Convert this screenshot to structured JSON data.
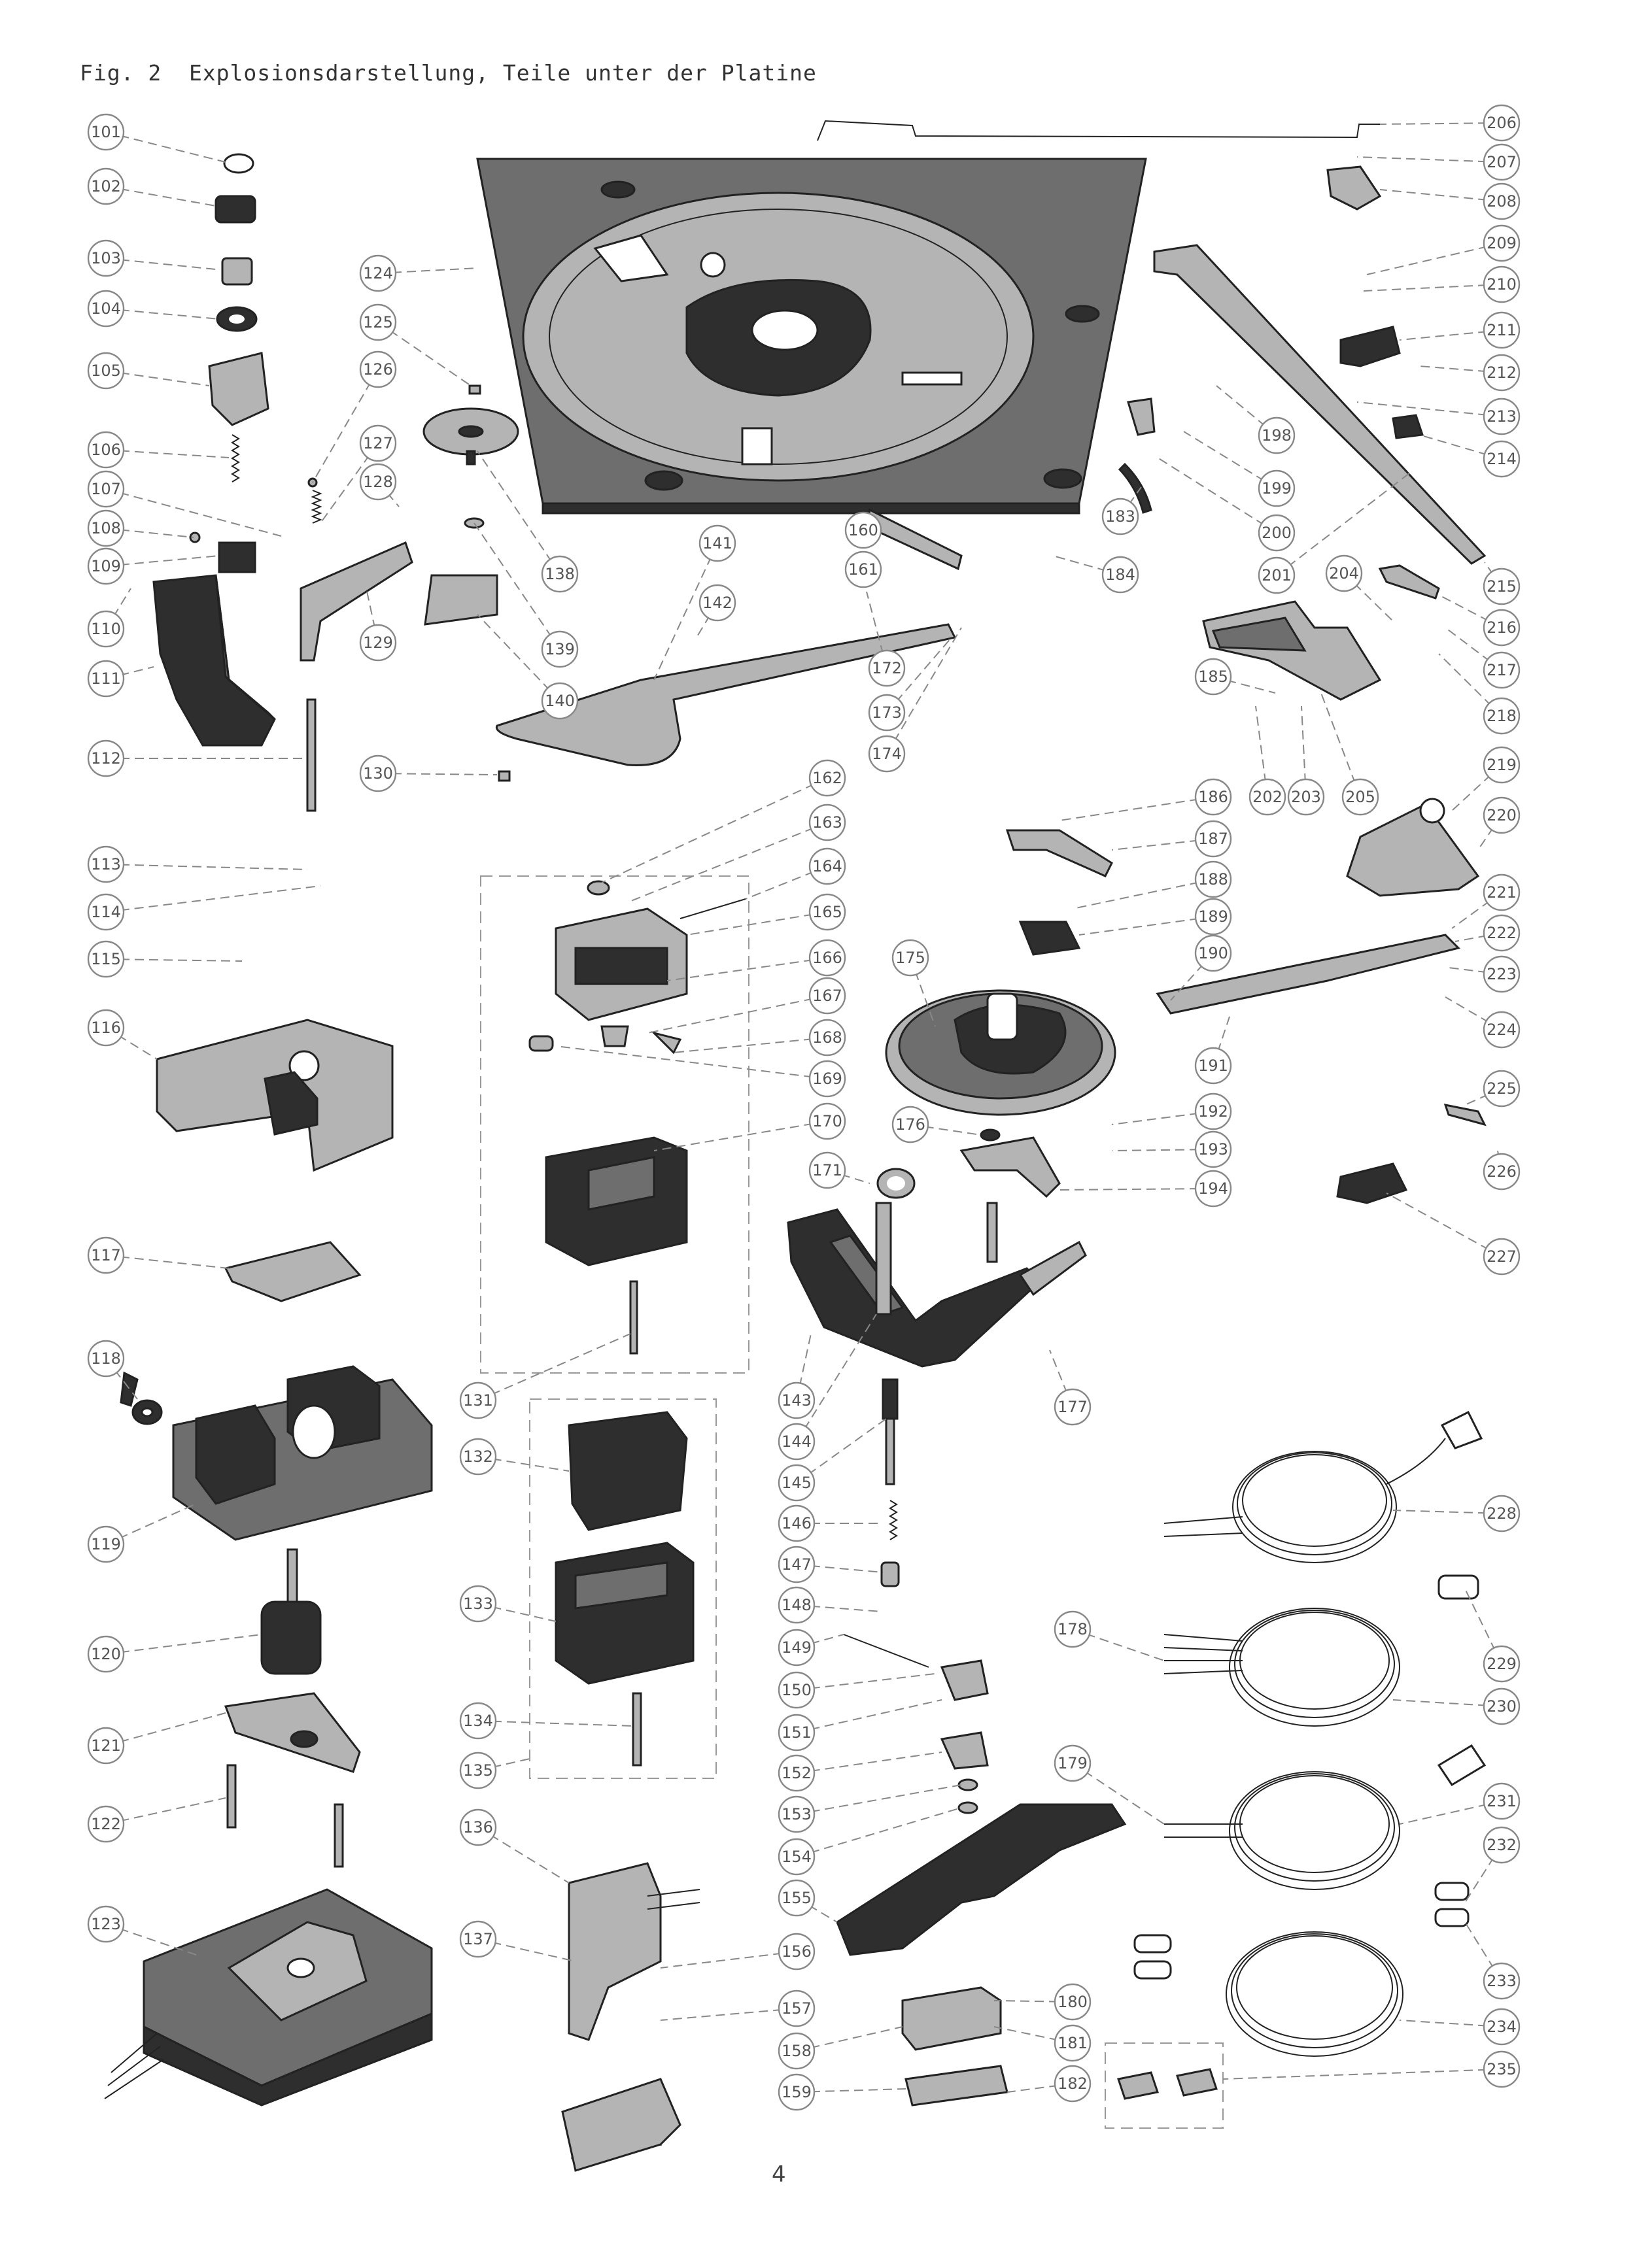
{
  "figure": {
    "title": "Fig. 2  Explosionsdarstellung, Teile unter der Platine",
    "page_number": "4"
  },
  "colors": {
    "part_dark": "#2e2e2e",
    "part_mid": "#6e6e6e",
    "part_light": "#b4b4b4",
    "callout_stroke": "#888888"
  },
  "callouts": [
    "101",
    "102",
    "103",
    "104",
    "105",
    "106",
    "107",
    "108",
    "109",
    "110",
    "111",
    "112",
    "113",
    "114",
    "115",
    "116",
    "117",
    "118",
    "119",
    "120",
    "121",
    "122",
    "123",
    "124",
    "125",
    "126",
    "127",
    "128",
    "129",
    "130",
    "131",
    "132",
    "133",
    "134",
    "135",
    "136",
    "137",
    "138",
    "139",
    "140",
    "141",
    "142",
    "143",
    "144",
    "145",
    "146",
    "147",
    "148",
    "149",
    "150",
    "151",
    "152",
    "153",
    "154",
    "155",
    "156",
    "157",
    "158",
    "159",
    "160",
    "161",
    "162",
    "163",
    "164",
    "165",
    "166",
    "167",
    "168",
    "169",
    "170",
    "171",
    "172",
    "173",
    "174",
    "175",
    "176",
    "177",
    "178",
    "179",
    "180",
    "181",
    "182",
    "183",
    "184",
    "185",
    "186",
    "187",
    "188",
    "189",
    "190",
    "191",
    "192",
    "193",
    "194",
    "198",
    "199",
    "200",
    "201",
    "202",
    "203",
    "204",
    "205",
    "206",
    "207",
    "208",
    "209",
    "210",
    "211",
    "212",
    "213",
    "214",
    "215",
    "216",
    "217",
    "218",
    "219",
    "220",
    "221",
    "222",
    "223",
    "224",
    "225",
    "226",
    "227",
    "228",
    "229",
    "230",
    "231",
    "232",
    "233",
    "234",
    "235"
  ]
}
